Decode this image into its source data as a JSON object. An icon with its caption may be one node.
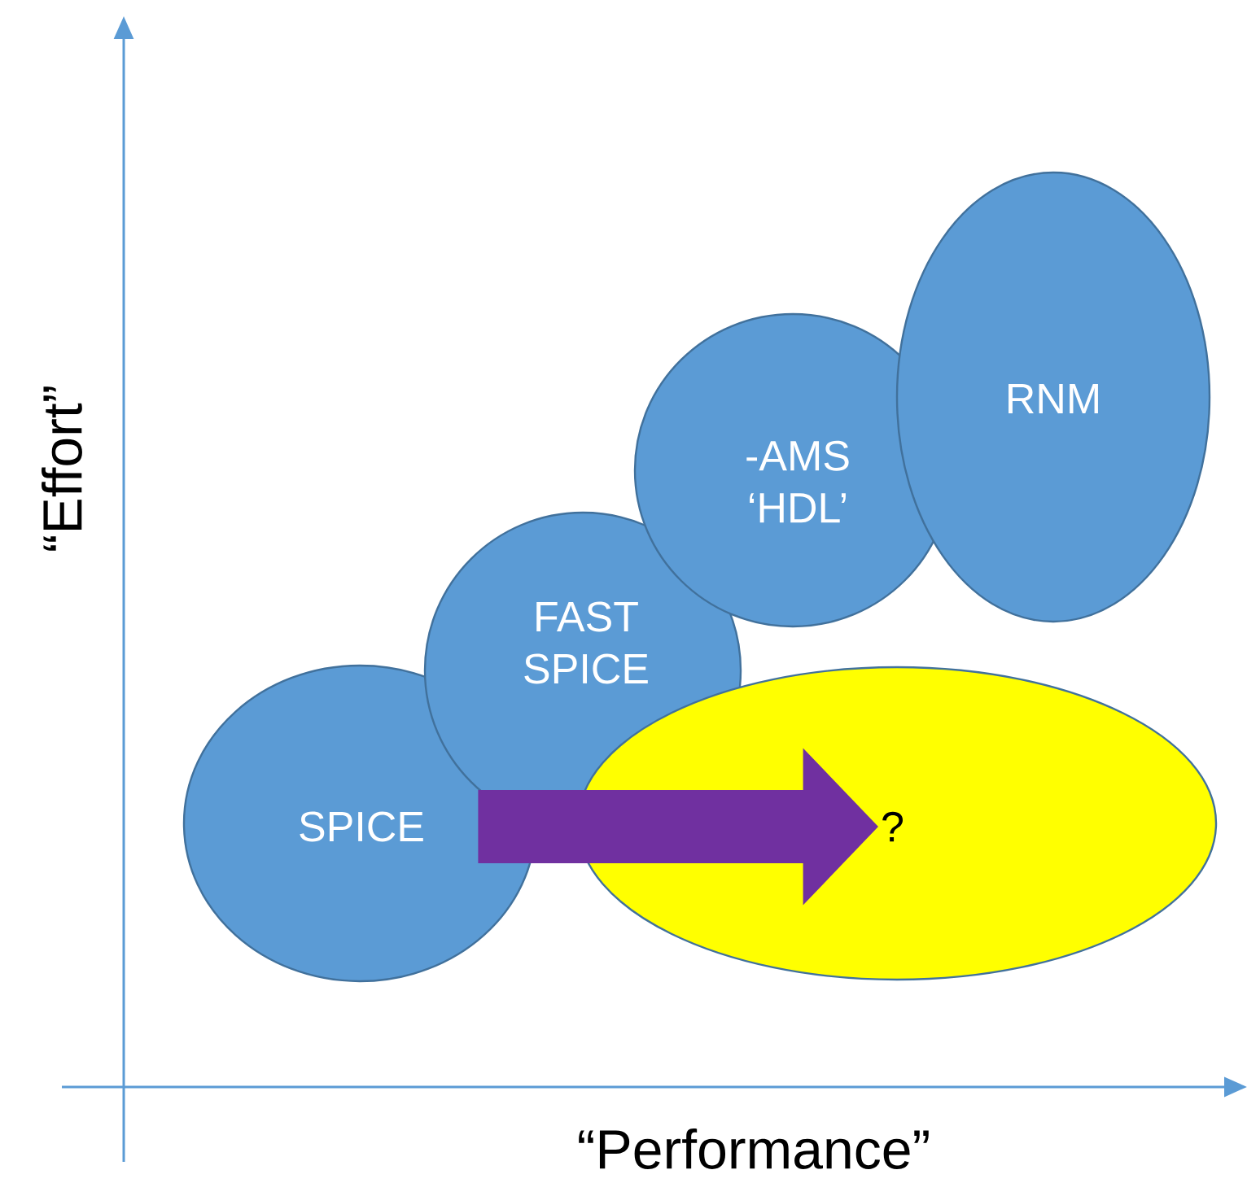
{
  "diagram": {
    "nodes": [
      {
        "text": [
          "SPICE"
        ]
      },
      {
        "text": [
          "FAST SPICE"
        ]
      },
      {
        "text": [
          "-AMS ‘HDL’"
        ]
      },
      {
        "text": [
          "RNM"
        ]
      },
      {
        "text": [
          "?"
        ]
      }
    ],
    "edges": [
      {
        "from": 0,
        "to": 4,
        "arrow": "to",
        "style": "thick",
        "color": "#7030a0"
      }
    ],
    "labels": [
      "“Effort”",
      "“Performance”"
    ]
  }
}
